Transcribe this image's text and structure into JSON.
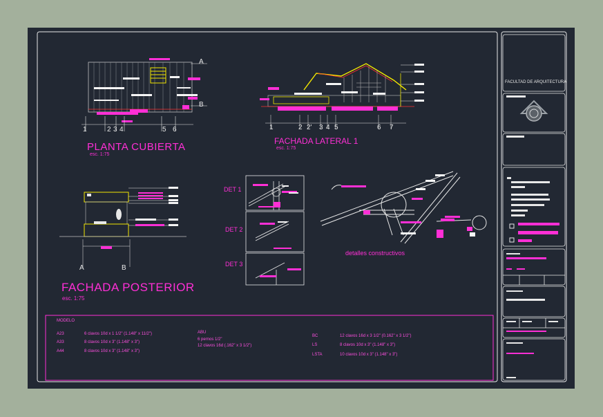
{
  "title_block": {
    "faculty": "FACULTAD DE ARQUITECTURA"
  },
  "views": {
    "roof_plan": {
      "title": "PLANTA CUBIERTA",
      "scale": "esc. 1:75",
      "axis_numbers": [
        "1",
        "2",
        "3",
        "4",
        "5",
        "6"
      ],
      "axis_letters": [
        "A",
        "B"
      ]
    },
    "side_elevation": {
      "title": "FACHADA LATERAL 1",
      "scale": "esc. 1:75",
      "axis_numbers": [
        "1",
        "2",
        "2'",
        "3",
        "4",
        "5",
        "6",
        "7"
      ]
    },
    "rear_elevation": {
      "title": "FACHADA POSTERIOR",
      "scale": "esc. 1:75",
      "axis_letters": [
        "A",
        "B"
      ]
    },
    "details": {
      "labels": [
        "DET 1",
        "DET 2",
        "DET 3"
      ],
      "caption": "detalles constructivos"
    }
  },
  "nail_table": {
    "header": "MODELO",
    "col1": [
      {
        "code": "A23",
        "desc": "6 clavos 10d x 1 1/2\" (1.148\" x 11/2\")"
      },
      {
        "code": "A33",
        "desc": "8 clavos 10d x 3\" (1.148\" x 3\")"
      },
      {
        "code": "A44",
        "desc": "8 clavos 10d x 3\" (1.148\" x 3\")"
      }
    ],
    "col2_code": "ABU",
    "col2": [
      "6 pernos 1/2\"",
      "12 clavos 16d (.162\" x 3 1/2\")"
    ],
    "col3": [
      {
        "code": "BC",
        "desc": "12 clavos 16d x 3 1/2\" (0.162\" x 3 1/2\")"
      },
      {
        "code": "LS",
        "desc": "8 clavos 10d x 3\" (1.148\" x 3\")"
      },
      {
        "code": "LSTA",
        "desc": "10 clavos 10d x 3\" (1.148\" x 3\")"
      }
    ]
  },
  "colors": {
    "background": "#a3b09c",
    "sheet": "#222833",
    "frame": "#e8e8e8",
    "accent": "#ff2fd6",
    "yellow": "#f2e600",
    "red": "#ff3030"
  }
}
